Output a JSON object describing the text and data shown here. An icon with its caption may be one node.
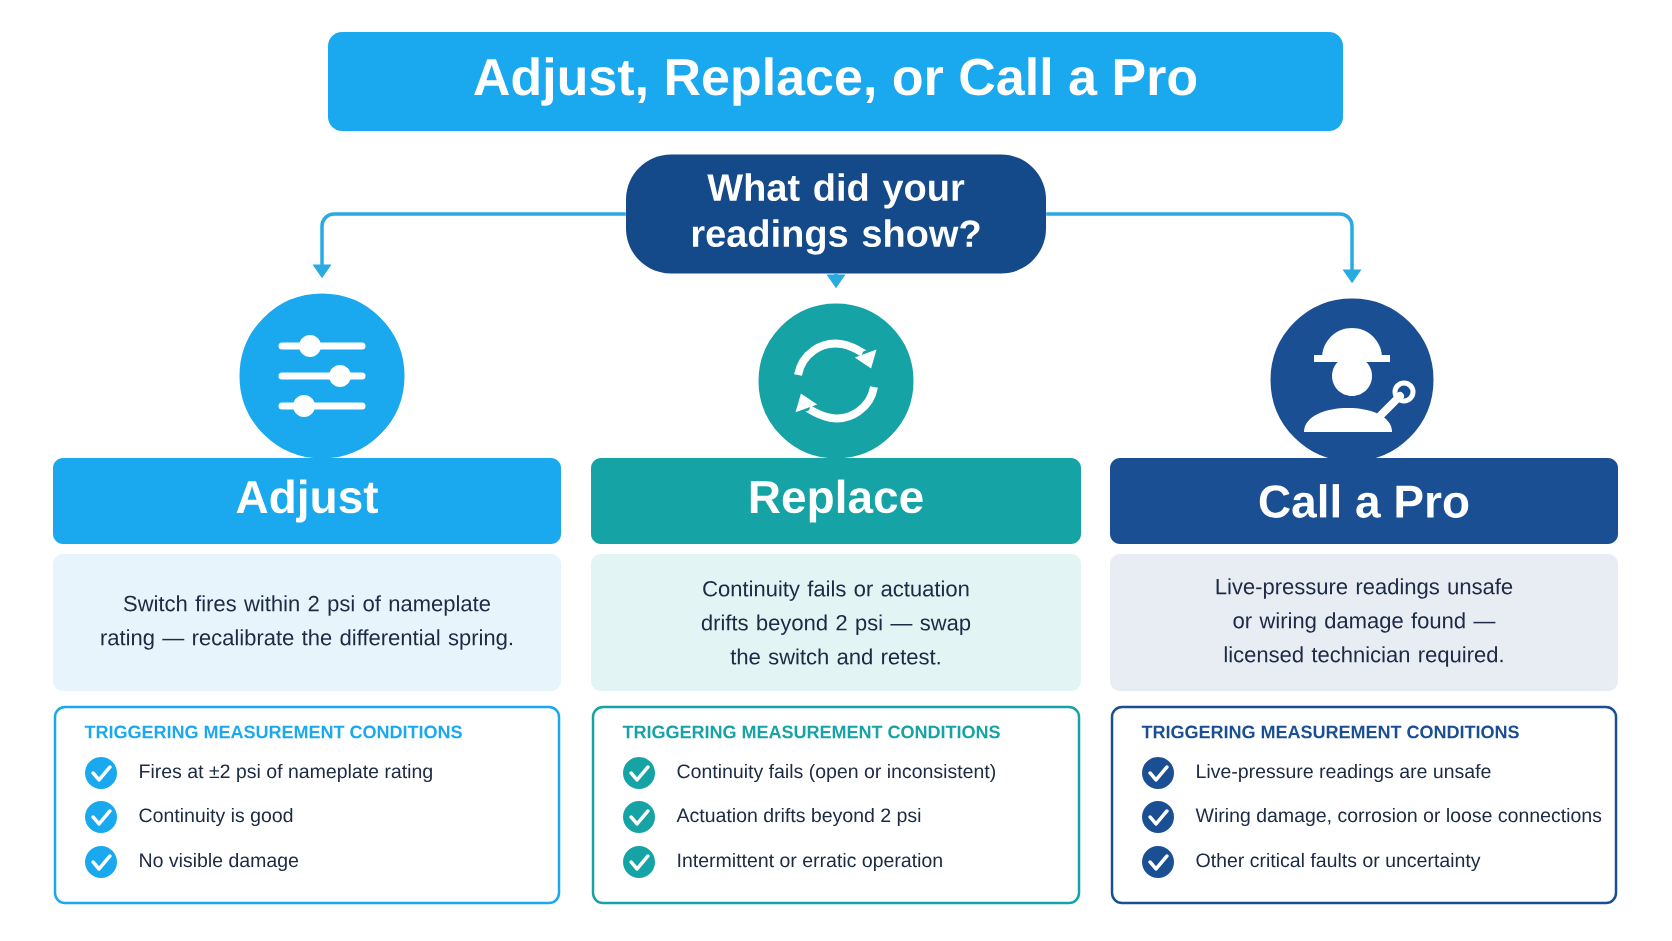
{
  "diagram": {
    "title": "Adjust, Replace, or Call a Pro",
    "nodes": [
      {
        "text": [
          "What did your readings show?"
        ]
      },
      {
        "text": [],
        "shape": "circle"
      },
      {
        "text": [],
        "shape": "circle"
      },
      {
        "text": [],
        "shape": "circle"
      },
      {
        "text": [
          "Adjust"
        ]
      },
      {
        "text": [
          "Switch fires within 2 psi of nameplate rating — recalibrate the differential spring."
        ]
      },
      {
        "text": [
          "TRIGGERING MEASUREMENT CONDITIONS",
          "Fires at ±2 psi of nameplate rating",
          "Continuity is good",
          "No visible damage"
        ]
      },
      {
        "text": [
          "Replace"
        ]
      },
      {
        "text": [
          "Continuity fails or actuation drifts beyond 2 psi — swap the switch and retest."
        ]
      },
      {
        "text": [
          "TRIGGERING MEASUREMENT CONDITIONS",
          "Continuity fails (open or inconsistent)",
          "Actuation drifts beyond 2 psi",
          "Intermittent or erratic operation"
        ]
      },
      {
        "text": [
          "Call a Pro"
        ]
      },
      {
        "text": [
          "Live-pressure readings unsafe or wiring damage found — licensed technician required."
        ]
      },
      {
        "text": [
          "TRIGGERING MEASUREMENT CONDITIONS",
          "Live-pressure readings are unsafe",
          "Wiring damage, corrosion or loose connections",
          "Other critical faults or uncertainty"
        ]
      }
    ],
    "edges": [
      {
        "from": 0,
        "to": 1,
        "arrow": "to"
      },
      {
        "from": 0,
        "to": 2,
        "arrow": "to"
      },
      {
        "from": 0,
        "to": 3,
        "arrow": "to"
      }
    ]
  }
}
